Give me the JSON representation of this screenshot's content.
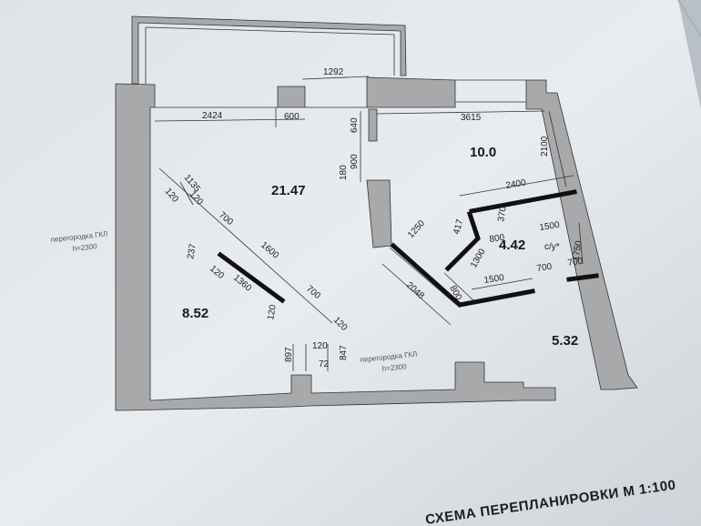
{
  "title": "СХЕМА ПЕРЕПЛАНИРОВКИ  М 1:100",
  "rooms": {
    "main": "21.47",
    "top_right": "10.0",
    "left": "8.52",
    "small": "4.42",
    "bottom_right": "5.32"
  },
  "bathroom_label": "с/у*",
  "partitions": {
    "left_line1": "перегородка ГКЛ",
    "left_line2": "h=2300",
    "bottom_line1": "перегородка ГКЛ",
    "bottom_line2": "h=2300"
  },
  "dimensions": {
    "d1292": "1292",
    "d2424": "2424",
    "d600": "600",
    "d640": "640",
    "d3615": "3615",
    "d2100": "2100",
    "d900": "900",
    "d180": "180",
    "d2400": "2400",
    "d1135": "1135",
    "d120a": "120",
    "d120b": "120",
    "d700a": "700",
    "d1250": "1250",
    "d417": "417",
    "d370": "370",
    "d1500a": "1500",
    "d1750": "1750",
    "d800a": "800",
    "d1300": "1300",
    "d237": "237",
    "d1600": "1600",
    "d120c": "120",
    "d1360": "1360",
    "d2048": "2048",
    "d800b": "800",
    "d1500b": "1500",
    "d700b": "700",
    "d700c": "700",
    "d700d": "700",
    "d120d": "120",
    "d120e": "120",
    "d120f": "120",
    "d897": "897",
    "d72": "72",
    "d847": "847"
  }
}
